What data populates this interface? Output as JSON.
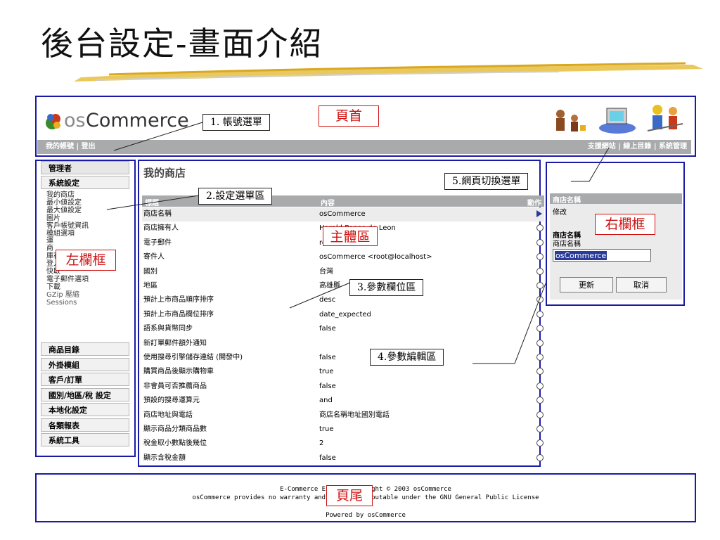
{
  "slide": {
    "title": "後台設定-畫面介紹"
  },
  "header": {
    "logo_prefix": "os",
    "logo_main": "Commerce",
    "account_links": "我的帳號 | 登出",
    "right_links": "支援網站 | 線上目錄 | 系統管理"
  },
  "labels": {
    "header": "頁首",
    "left_column": "左欄框",
    "main": "主體區",
    "right_column": "右欄框",
    "footer": "頁尾"
  },
  "callouts": {
    "account_menu": "1. 帳號選單",
    "settings_menu": "2.設定選單區",
    "param_fields": "3.參數欄位區",
    "param_edit": "4.參數編輯區",
    "page_switch": "5.網頁切換選單"
  },
  "left_nav": {
    "admin": "管理者",
    "system_settings": "系統設定",
    "sublinks": [
      "我的商店",
      "最小値設定",
      "最大値設定",
      "圖片",
      "客戶帳號資訊",
      "模組選項",
      "運",
      "商",
      "庫存",
      "登入",
      "快取",
      "電子郵件選項",
      "下載",
      "GZip 壓縮",
      "Sessions"
    ],
    "sections": [
      "商品目錄",
      "外掛模組",
      "客戶/訂單",
      "國別/地區/稅 設定",
      "本地化設定",
      "各類報表",
      "系統工具"
    ]
  },
  "main": {
    "heading": "我的商店",
    "col_title": "標題",
    "col_content": "內容",
    "col_action": "動作",
    "rows": [
      {
        "k": "商店名稱",
        "v": "osCommerce"
      },
      {
        "k": "商店擁有人",
        "v": "Harald Ponce de Leon"
      },
      {
        "k": "電子郵件",
        "v": "root@localhost"
      },
      {
        "k": "寄件人",
        "v": "osCommerce <root@localhost>"
      },
      {
        "k": "國別",
        "v": "台灣"
      },
      {
        "k": "地區",
        "v": "高雄縣"
      },
      {
        "k": "預計上市商品順序排序",
        "v": "desc"
      },
      {
        "k": "預計上市商品欄位排序",
        "v": "date_expected"
      },
      {
        "k": "語系與貨幣同步",
        "v": "false"
      },
      {
        "k": "新訂單郵件額外通知",
        "v": ""
      },
      {
        "k": "使用搜尋引擎儲存連結 (開發中)",
        "v": "false"
      },
      {
        "k": "購買商品後顯示購物車",
        "v": "true"
      },
      {
        "k": "非會員可否推薦商品",
        "v": "false"
      },
      {
        "k": "預設的搜尋運算元",
        "v": "and"
      },
      {
        "k": "商店地址與電話",
        "v": "商店名稱地址國別電話"
      },
      {
        "k": "顯示商品分類商品數",
        "v": "true"
      },
      {
        "k": "稅金取小數點後幾位",
        "v": "2"
      },
      {
        "k": "顯示含稅金額",
        "v": "false"
      }
    ]
  },
  "right_panel": {
    "header": "商店名稱",
    "edit": "修改",
    "field_title": "商店名稱",
    "field_desc": "商店名稱",
    "input_value": "osCommerce",
    "update_button": "更新",
    "cancel_button": "取消"
  },
  "footer": {
    "line1": "E-Commerce Engine Copyright © 2003 osCommerce",
    "line2": "osCommerce provides no warranty and is redistributable under the GNU General Public License",
    "line3": "Powered by osCommerce"
  }
}
